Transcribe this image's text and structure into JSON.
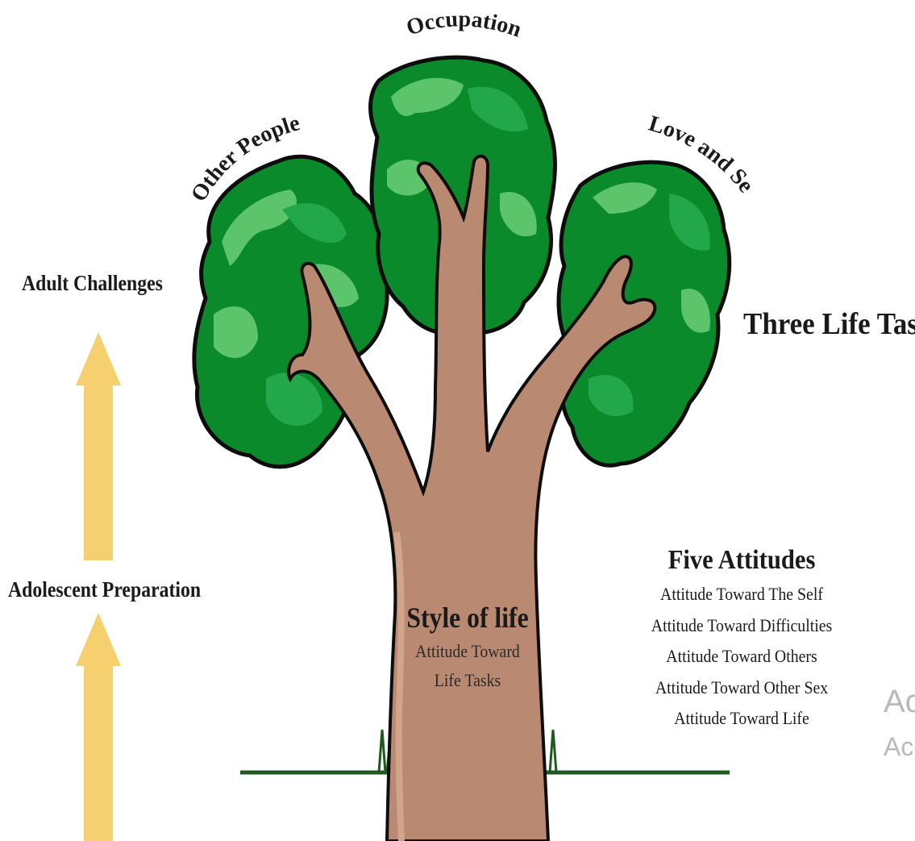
{
  "progression": {
    "top_label": "Adult Challenges",
    "bottom_label": "Adolescent Preparation"
  },
  "branches": {
    "left": "Other People",
    "middle": "Occupation",
    "right": "Love and Sex"
  },
  "tasks_heading": "Three Life Tasks",
  "trunk": {
    "title": "Style of life",
    "line1": "Attitude Toward",
    "line2": "Life Tasks"
  },
  "attitudes": {
    "title": "Five Attitudes",
    "items": [
      "Attitude Toward The Self",
      "Attitude Toward Difficulties",
      "Attitude Toward Others",
      "Attitude Toward Other Sex",
      "Attitude Toward Life"
    ]
  },
  "watermark": {
    "line1": "Ac",
    "line2": "Acc"
  },
  "colors": {
    "foliage_dark": "#0a8a2a",
    "foliage_mid": "#22a84a",
    "foliage_light": "#5cc46a",
    "trunk": "#b98a71",
    "arrow": "#f6cf6f",
    "ground": "#1e5a1e"
  }
}
